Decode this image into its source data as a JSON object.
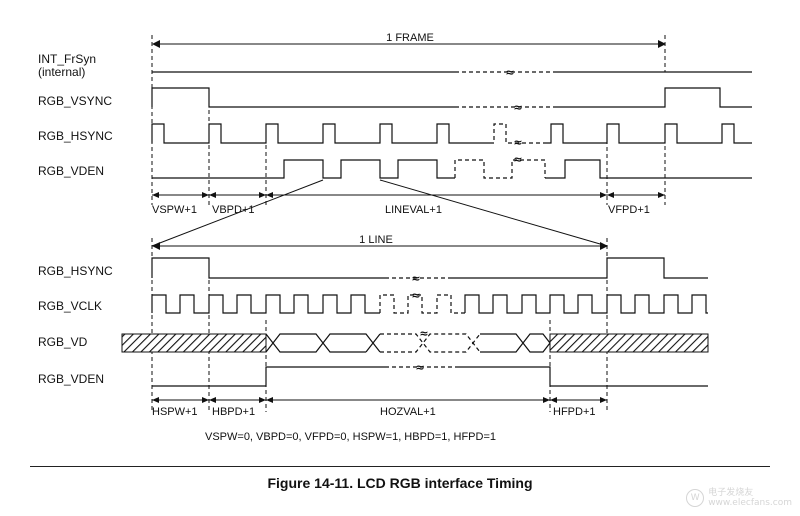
{
  "top": {
    "frame_label": "1 FRAME",
    "signals": [
      {
        "id": "frsyn",
        "label_lines": [
          "INT_FrSyn",
          "(internal)"
        ]
      },
      {
        "id": "vsync",
        "label_lines": [
          "RGB_VSYNC"
        ]
      },
      {
        "id": "hsync",
        "label_lines": [
          "RGB_HSYNC"
        ]
      },
      {
        "id": "vden",
        "label_lines": [
          "RGB_VDEN"
        ]
      }
    ],
    "intervals": [
      "VSPW+1",
      "VBPD+1",
      "LINEVAL+1",
      "VFPD+1"
    ]
  },
  "bottom": {
    "line_label": "1 LINE",
    "signals": [
      {
        "id": "hsync2",
        "label_lines": [
          "RGB_HSYNC"
        ]
      },
      {
        "id": "vclk",
        "label_lines": [
          "RGB_VCLK"
        ]
      },
      {
        "id": "vd",
        "label_lines": [
          "RGB_VD"
        ]
      },
      {
        "id": "vden2",
        "label_lines": [
          "RGB_VDEN"
        ]
      }
    ],
    "intervals": [
      "HSPW+1",
      "HBPD+1",
      "HOZVAL+1",
      "HFPD+1"
    ]
  },
  "params_note": "VSPW=0, VBPD=0, VFPD=0, HSPW=1, HBPD=1, HFPD=1",
  "caption": "Figure 14-11. LCD RGB interface Timing",
  "watermark": {
    "line1": "电子发烧友",
    "line2": "www.elecfans.com"
  }
}
